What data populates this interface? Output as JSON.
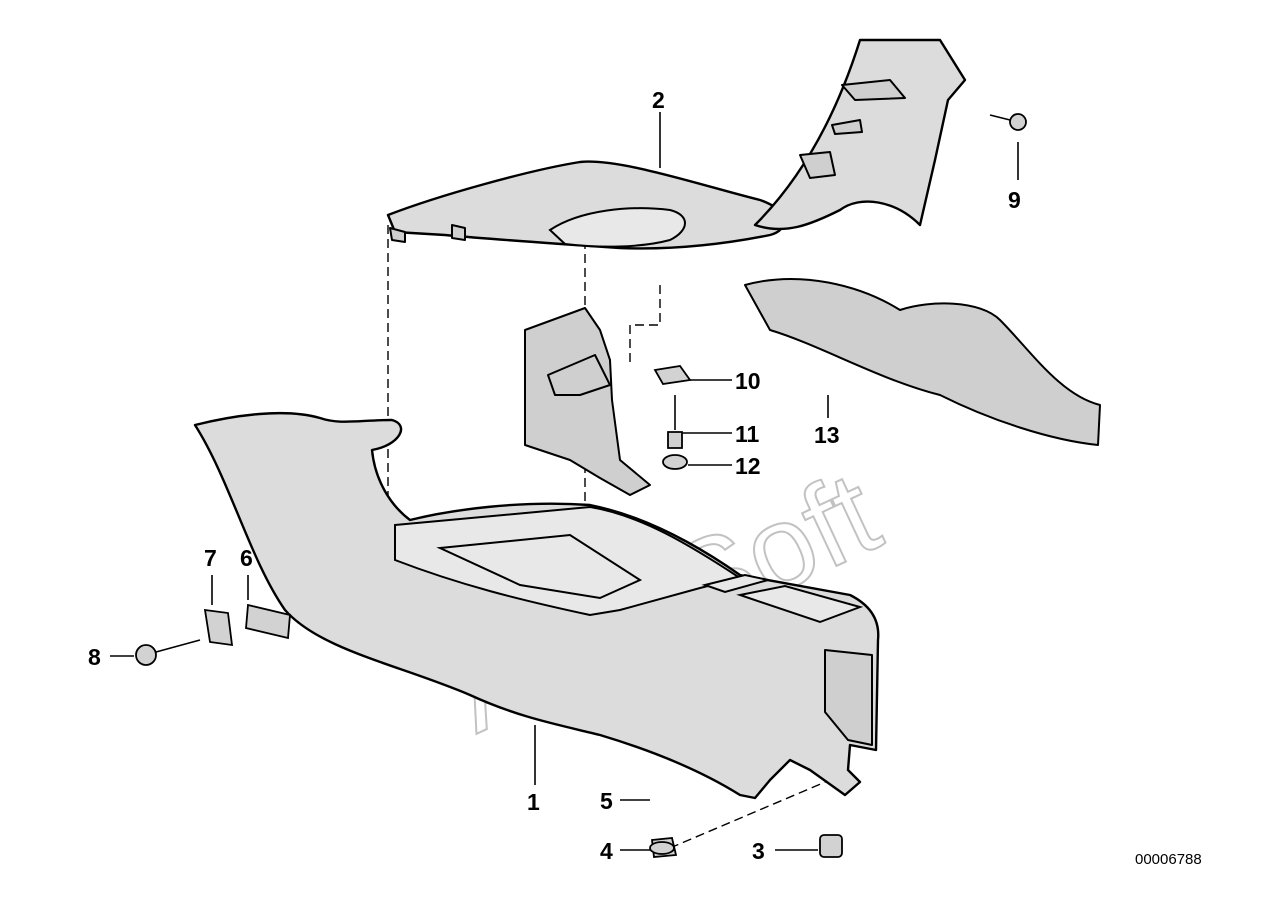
{
  "watermark": "AutoSoft",
  "drawing_number": "00006788",
  "callouts": [
    {
      "id": "1",
      "label": "1"
    },
    {
      "id": "2",
      "label": "2"
    },
    {
      "id": "3",
      "label": "3"
    },
    {
      "id": "4",
      "label": "4"
    },
    {
      "id": "5",
      "label": "5"
    },
    {
      "id": "6",
      "label": "6"
    },
    {
      "id": "7",
      "label": "7"
    },
    {
      "id": "8",
      "label": "8"
    },
    {
      "id": "9",
      "label": "9"
    },
    {
      "id": "10",
      "label": "10"
    },
    {
      "id": "11",
      "label": "11"
    },
    {
      "id": "12",
      "label": "12"
    },
    {
      "id": "13",
      "label": "13"
    }
  ]
}
